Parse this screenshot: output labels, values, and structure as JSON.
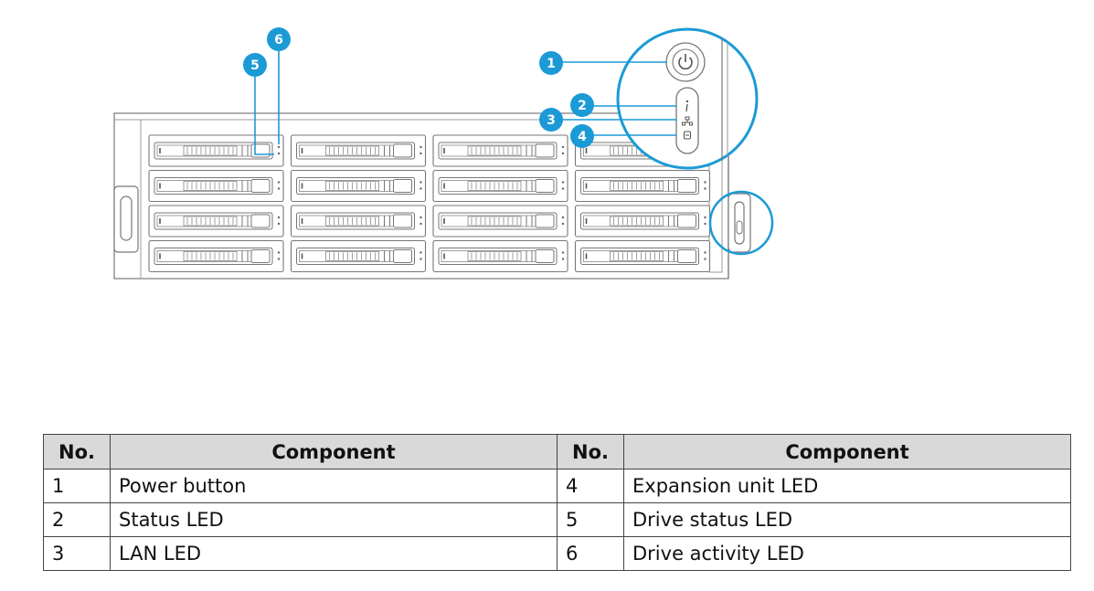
{
  "callouts": [
    "1",
    "2",
    "3",
    "4",
    "5",
    "6"
  ],
  "table": {
    "headers": [
      "No.",
      "Component",
      "No.",
      "Component"
    ],
    "rows": [
      {
        "no1": "1",
        "comp1": "Power button",
        "no2": "4",
        "comp2": "Expansion unit LED"
      },
      {
        "no1": "2",
        "comp1": "Status LED",
        "no2": "5",
        "comp2": "Drive status LED"
      },
      {
        "no1": "3",
        "comp1": "LAN LED",
        "no2": "6",
        "comp2": "Drive activity LED"
      }
    ]
  },
  "colors": {
    "accent": "#1b9ad6",
    "line": "#444444",
    "header_bg": "#d9d9d9"
  },
  "icons": [
    "power-icon",
    "info-icon",
    "network-icon",
    "expansion-icon"
  ]
}
